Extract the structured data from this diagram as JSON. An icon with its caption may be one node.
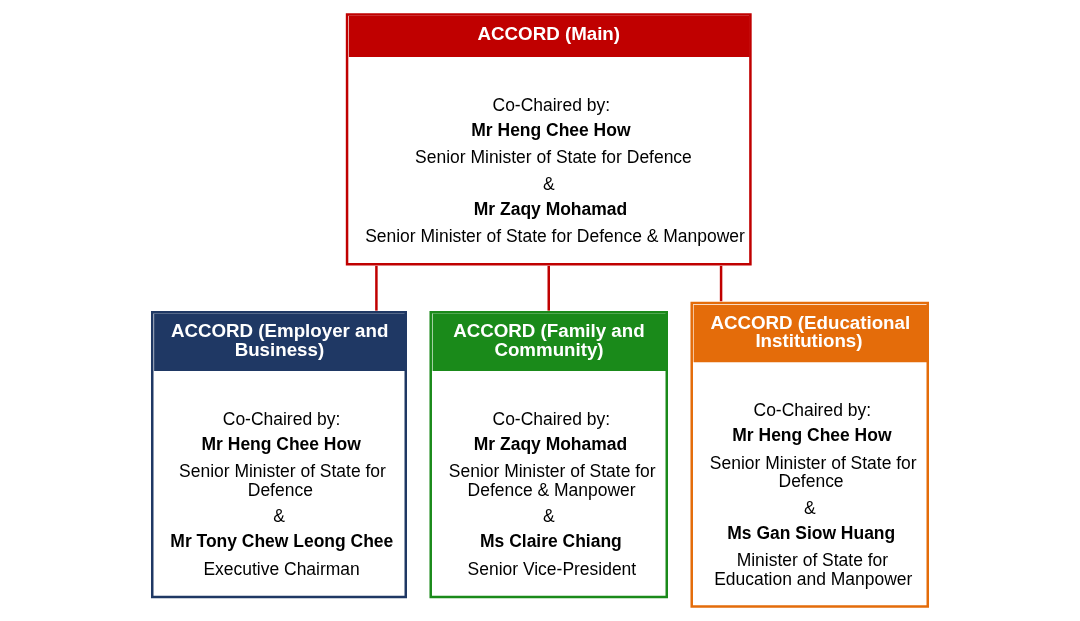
{
  "diagram": {
    "nodes": [
      {
        "text": [
          "ACCORD (Main)",
          "Co-Chaired by:",
          "Mr Heng Chee How",
          "Senior Minister of State for Defence",
          "&",
          "Mr Zaqy Mohamad",
          "Senior Minister of State for Defence & Manpower"
        ]
      },
      {
        "text": [
          "ACCORD (Employer and Business)",
          "Co-Chaired by:",
          "Mr Heng Chee How",
          "Senior Minister of State for Defence",
          "&",
          "Mr Tony Chew Leong Chee",
          "Executive Chairman"
        ]
      },
      {
        "text": [
          "ACCORD (Family and Community)",
          "Co-Chaired by:",
          "Mr Zaqy Mohamad",
          "Senior Minister of State for Defence & Manpower",
          "&",
          "Ms Claire Chiang",
          "Senior Vice-President"
        ]
      },
      {
        "text": [
          "ACCORD (Educational Institutions)",
          "Co-Chaired by:",
          "Mr Heng Chee How",
          "Senior Minister of State for Defence",
          "&",
          "Ms Gan Siow Huang",
          "Minister of State for Education and Manpower"
        ]
      }
    ],
    "edges": [
      {
        "from": 0,
        "to": 1,
        "arrow": "none"
      },
      {
        "from": 0,
        "to": 2,
        "arrow": "none"
      },
      {
        "from": 0,
        "to": 3,
        "arrow": "none"
      }
    ]
  }
}
